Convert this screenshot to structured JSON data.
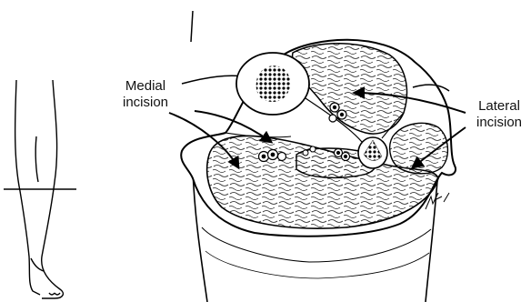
{
  "labels": {
    "medial_line1": "Medial",
    "medial_line2": "incision",
    "lateral_line1": "Lateral",
    "lateral_line2": "incision"
  }
}
